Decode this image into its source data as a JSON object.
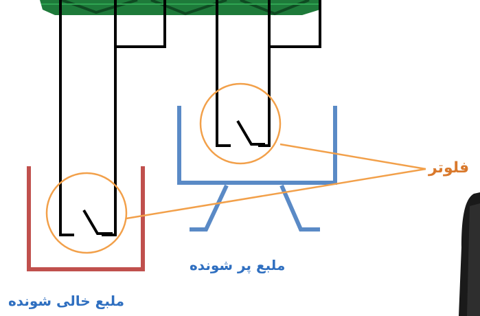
{
  "labels": {
    "filling_tank": "ملبع پر شونده",
    "emptying_tank": "ملبع خالی شونده",
    "float": "فلوتر"
  },
  "colors": {
    "filling_tank_stroke": "#5a8ac6",
    "emptying_tank_stroke": "#c0504d",
    "label_blue": "#2f6fc0",
    "float_label": "#d9792c",
    "float_circle": "#f2a04a",
    "pipe_stroke": "#000000",
    "device_green": "#1e7a3a",
    "device_dark": "#1a1a1a"
  },
  "icons": {
    "device": "pump-icon",
    "float_switch": "float-switch-icon"
  }
}
